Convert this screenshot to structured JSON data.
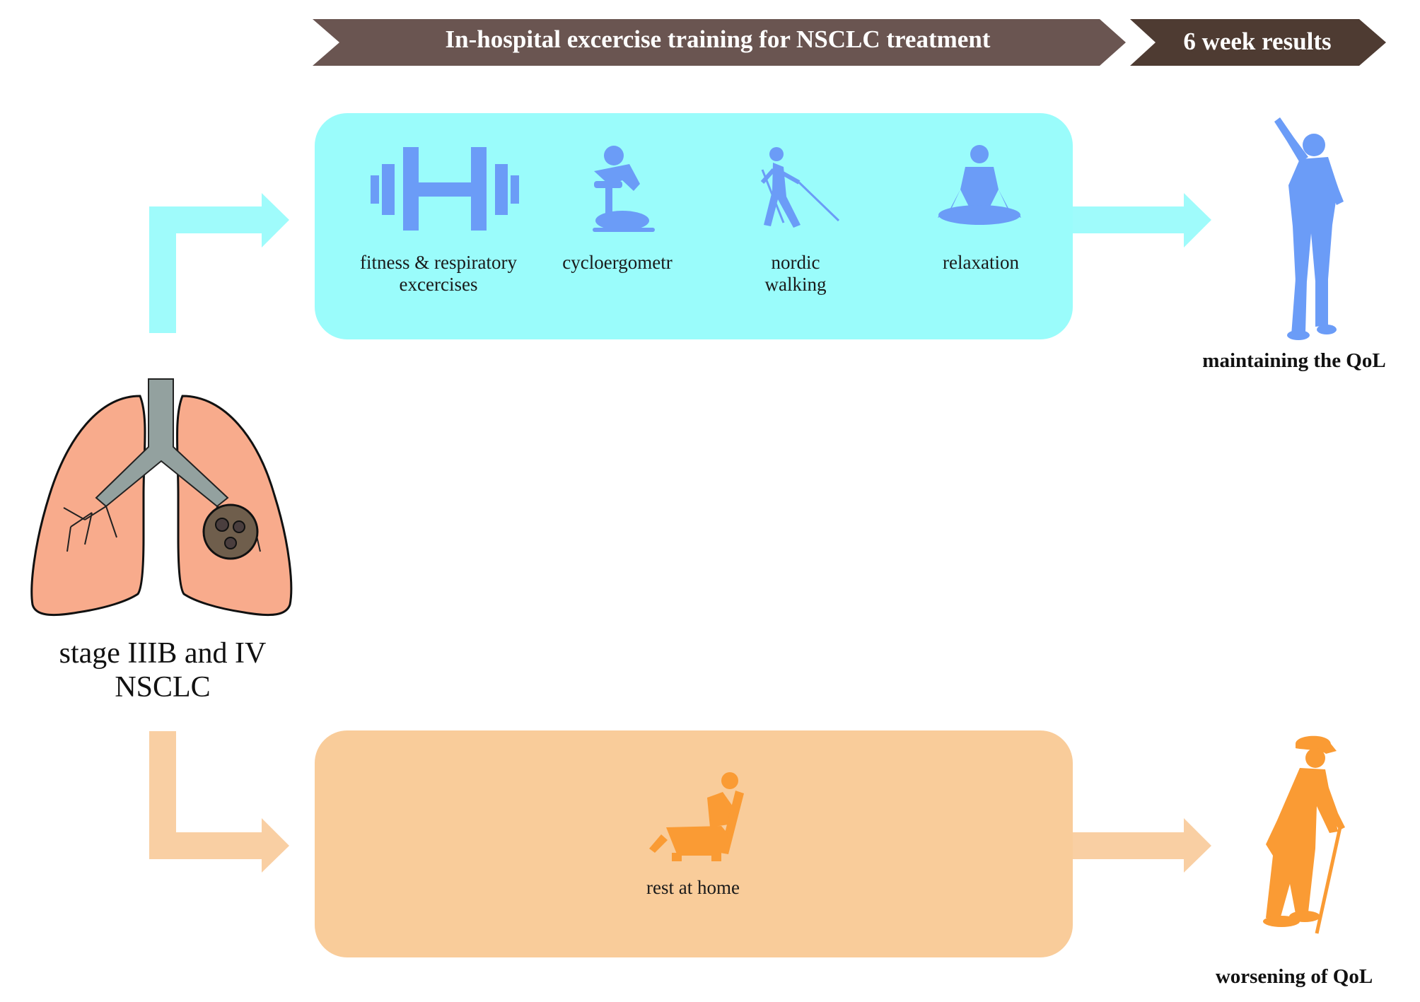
{
  "banner": {
    "training_title": "In-hospital excercise training for NSCLC treatment",
    "results_title": "6 week results"
  },
  "condition": {
    "line1": "stage IIIB and IV",
    "line2": "NSCLC"
  },
  "intervention": {
    "activities": [
      {
        "icon": "dumbbell-icon",
        "line1": "fitness & respiratory",
        "line2": "excercises"
      },
      {
        "icon": "stationary-bike-icon",
        "line1": "cycloergometr",
        "line2": ""
      },
      {
        "icon": "nordic-walking-icon",
        "line1": "nordic",
        "line2": "walking"
      },
      {
        "icon": "meditation-icon",
        "line1": "relaxation",
        "line2": ""
      }
    ],
    "outcome": "maintaining the QoL"
  },
  "control": {
    "activity": {
      "icon": "reclining-chair-icon",
      "label": "rest at home"
    },
    "outcome": "worsening of QoL"
  },
  "colors": {
    "banner_training": "#6a5551",
    "banner_results": "#4e3b32",
    "intervention_box": "#9afcfb",
    "intervention_arrow": "#9ffbfb",
    "intervention_icon": "#6b9cf7",
    "control_box": "#f9cc9a",
    "control_arrow": "#f9cfa3",
    "control_icon": "#fa9b34",
    "lung": "#f8ab8c",
    "trachea": "#93a19f"
  }
}
